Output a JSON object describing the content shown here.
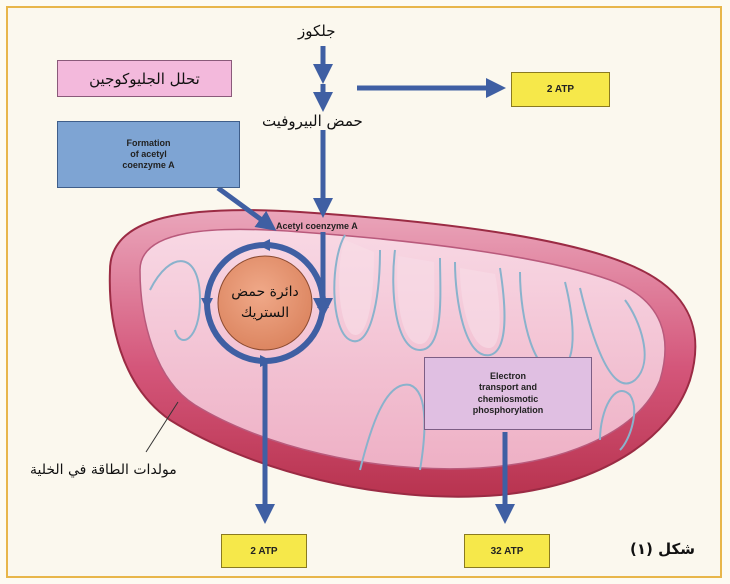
{
  "labels": {
    "glucose": "جلكوز",
    "glycogenolysis": "تحلل الجليوكوجين",
    "pyruvic_acid": "حمض البيروفيت",
    "formation_line1": "Formation",
    "formation_line2": "of acetyl",
    "formation_line3": "coenzyme A",
    "acetyl_coa": "Acetyl coenzyme A",
    "citric_line1": "دائرة حمض",
    "citric_line2": "الستريك",
    "etc_line1": "Electron",
    "etc_line2": "transport and",
    "etc_line3": "chemiosmotic",
    "etc_line4": "phosphorylation",
    "mitochondria": "مولدات الطاقة في الخلية",
    "figure_caption": "شكل (١)"
  },
  "atp_boxes": {
    "top": "2 ATP",
    "bottom_left": "2 ATP",
    "bottom_right": "32 ATP"
  },
  "colors": {
    "arrow": "#3f5fa3",
    "atp_fill": "#f6e84a",
    "pink_box": "#f3b9dc",
    "blue_box": "#7ea4d3",
    "lilac_box": "#e0bfe2",
    "citric_circle": "#e1906a",
    "membrane_outer": "#c9415f",
    "membrane_inner": "#f4c3d4",
    "frame_border": "#e8b64a"
  }
}
